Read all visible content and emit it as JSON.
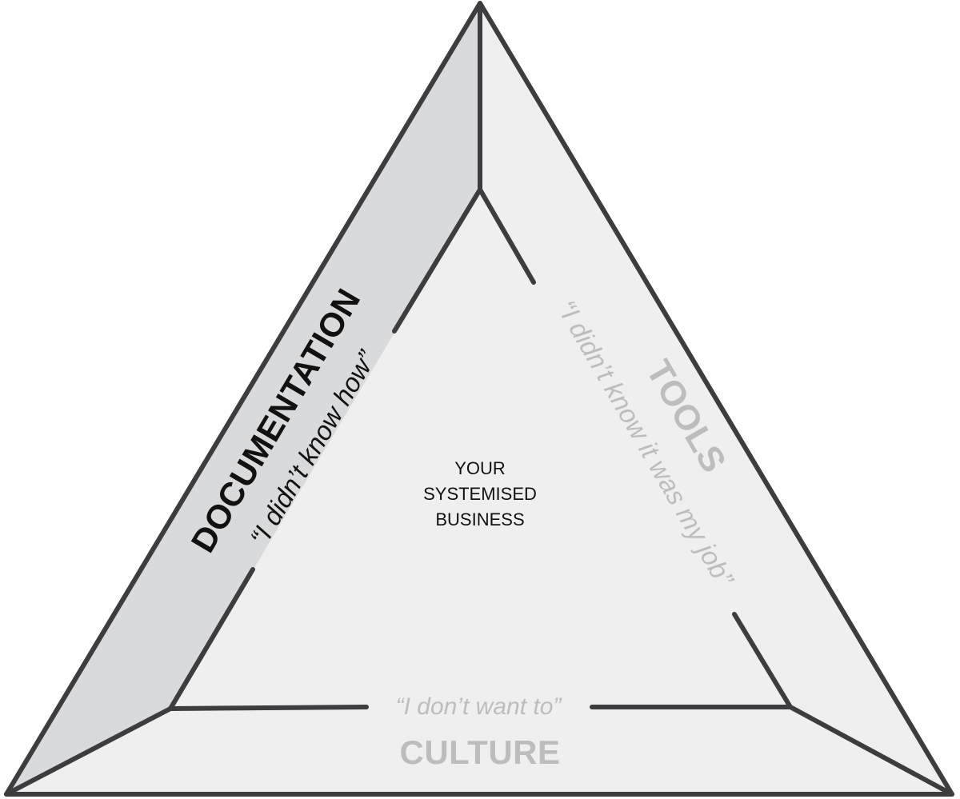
{
  "center": {
    "lines": [
      "YOUR",
      "SYSTEMISED",
      "BUSINESS"
    ]
  },
  "sides": {
    "documentation": {
      "title": "DOCUMENTATION",
      "quote": "“I didn’t know how”"
    },
    "tools": {
      "title": "TOOLS",
      "quote": "“I didn’t know it was my job”"
    },
    "culture": {
      "title": "CULTURE",
      "quote": "“I don’t want to”"
    }
  },
  "colors": {
    "stroke": "#3d3d3f",
    "documentation_panel": "#d9dadc",
    "light_panel": "#efeff0",
    "highlight_text": "#111111",
    "muted_text": "#bdbdbf"
  }
}
